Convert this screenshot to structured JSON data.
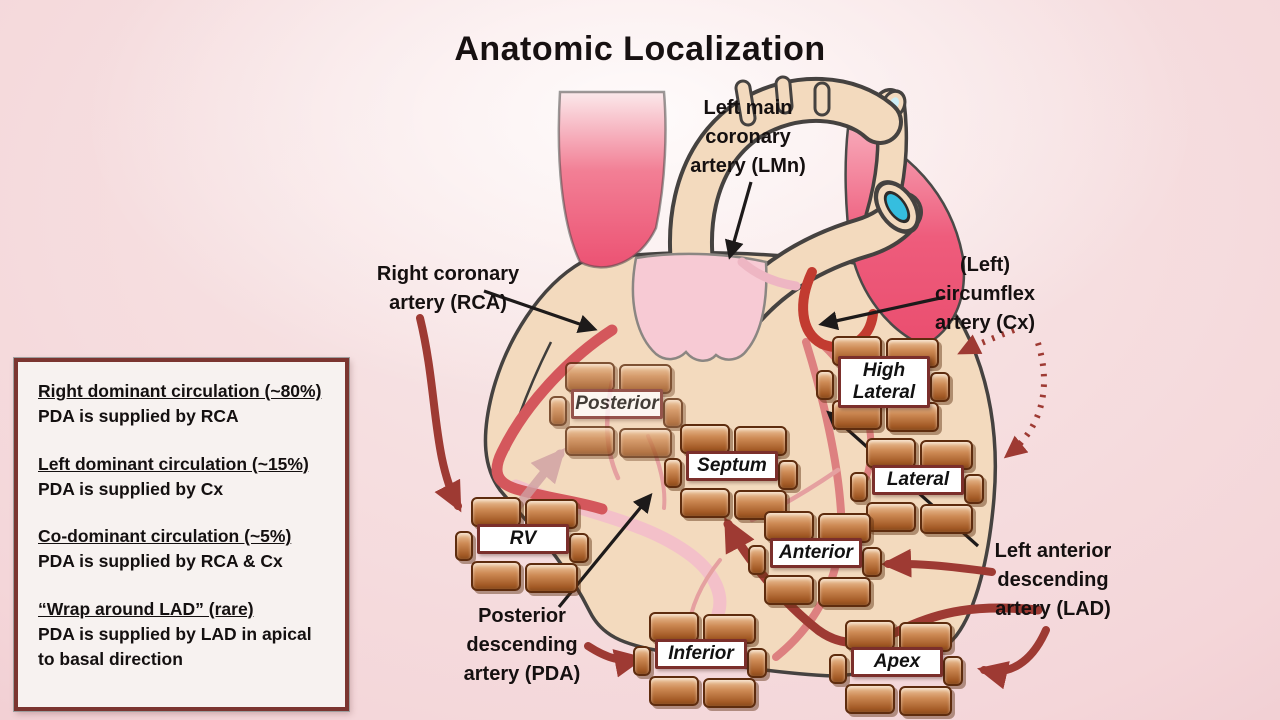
{
  "title": "Anatomic Localization",
  "legend_box": {
    "entries": [
      {
        "heading": "Right dominant circulation (~80%)",
        "body": "PDA is supplied by RCA"
      },
      {
        "heading": "Left dominant circulation (~15%)",
        "body": "PDA is supplied by Cx"
      },
      {
        "heading": "Co-dominant circulation (~5%)",
        "body": "PDA is supplied by RCA & Cx"
      },
      {
        "heading": "“Wrap around LAD” (rare)",
        "body": "PDA is supplied by LAD in apical to basal direction"
      }
    ]
  },
  "artery_callouts": [
    {
      "id": "lmn",
      "text": "Left main\ncoronary\nartery (LMn)"
    },
    {
      "id": "rca",
      "text": "Right coronary\nartery (RCA)"
    },
    {
      "id": "cx",
      "text": "(Left)\ncircumflex\nartery (Cx)"
    },
    {
      "id": "lad",
      "text": "Left anterior\ndescending\nartery (LAD)"
    },
    {
      "id": "pda",
      "text": "Posterior\ndescending\nartery (PDA)"
    }
  ],
  "regions": [
    {
      "id": "posterior",
      "label": "Posterior",
      "faded": true
    },
    {
      "id": "septum",
      "label": "Septum",
      "faded": false
    },
    {
      "id": "high-lateral",
      "label": "High Lateral",
      "faded": false
    },
    {
      "id": "lateral",
      "label": "Lateral",
      "faded": false
    },
    {
      "id": "rv",
      "label": "RV",
      "faded": false
    },
    {
      "id": "anterior",
      "label": "Anterior",
      "faded": false
    },
    {
      "id": "inferior",
      "label": "Inferior",
      "faded": false
    },
    {
      "id": "apex",
      "label": "Apex",
      "faded": false
    }
  ],
  "colors": {
    "accent_maroon": "#9e3a33",
    "label_border_maroon": "#7b2f2b",
    "brick_brown": "#b06a35",
    "heart_tan": "#f3dabe",
    "deep_pink": "#ee5c7c",
    "artery_red": "#d4575c",
    "artery_salmon": "#dd8080",
    "cyan_vessel": "#35bedf",
    "background_pink": "#ecc0c7"
  }
}
